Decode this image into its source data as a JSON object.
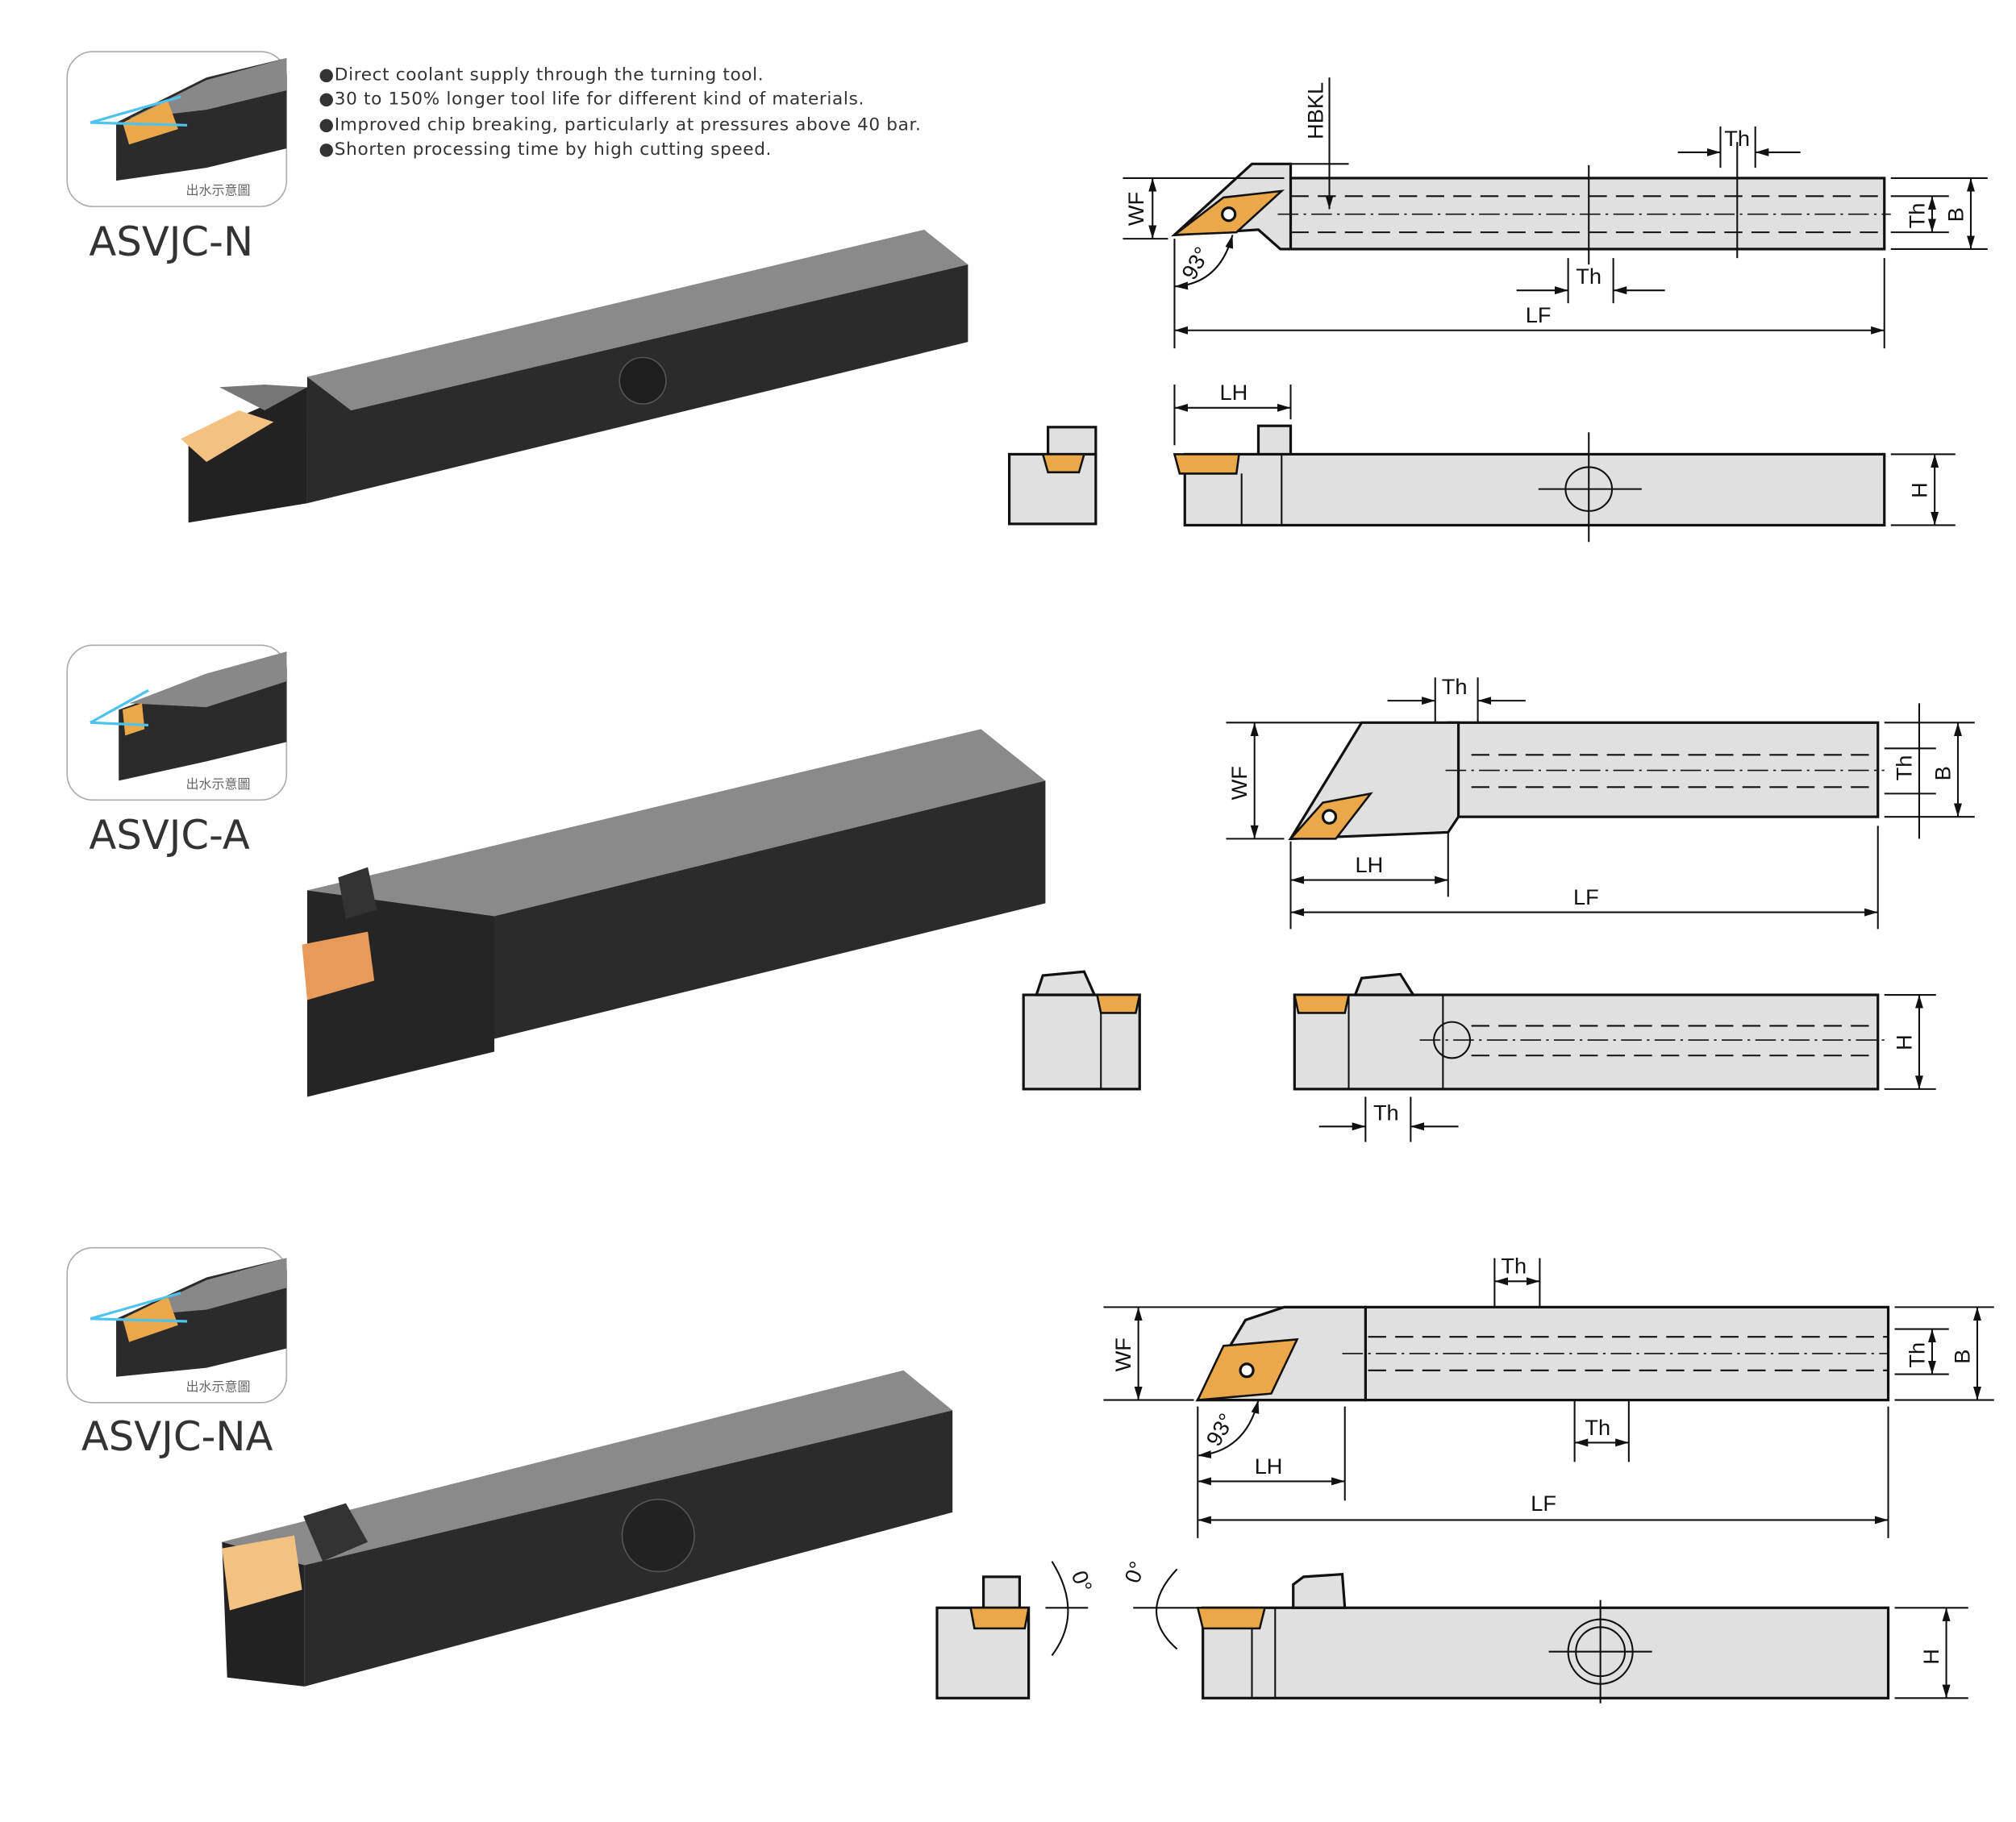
{
  "features": [
    "Direct coolant supply through the turning tool.",
    "30 to 150% longer tool life for different kind of materials.",
    "Improved chip breaking, particularly at pressures above 40 bar.",
    "Shorten processing time by high cutting speed."
  ],
  "bullet": "●",
  "colors": {
    "insert": "#eaa84a",
    "body_drawing": "#e1e0e1",
    "tool_dark": "#2b2b2b",
    "tool_top": "#8a8a8a"
  },
  "sections": [
    {
      "title": "ASVJC-N",
      "icon_caption": "出水示意圖",
      "dims": {
        "hbkl": "HBKL",
        "wf": "WF",
        "th_top": "Th",
        "th_mid": "Th",
        "th_right": "Th",
        "b": "B",
        "angle": "93°",
        "lf": "LF",
        "lh": "LH",
        "h": "H"
      }
    },
    {
      "title": "ASVJC-A",
      "icon_caption": "出水示意圖",
      "dims": {
        "wf": "WF",
        "th_top": "Th",
        "th_right": "Th",
        "b": "B",
        "lh": "LH",
        "lf": "LF",
        "h": "H",
        "th_side": "Th"
      }
    },
    {
      "title": "ASVJC-NA",
      "icon_caption": "出水示意圖",
      "dims": {
        "wf": "WF",
        "th_top": "Th",
        "th_bottom": "Th",
        "th_right": "Th",
        "b": "B",
        "angle": "93°",
        "lh": "LH",
        "lf": "LF",
        "h": "H",
        "angle_front": "0°",
        "angle_side": "0°"
      }
    }
  ]
}
